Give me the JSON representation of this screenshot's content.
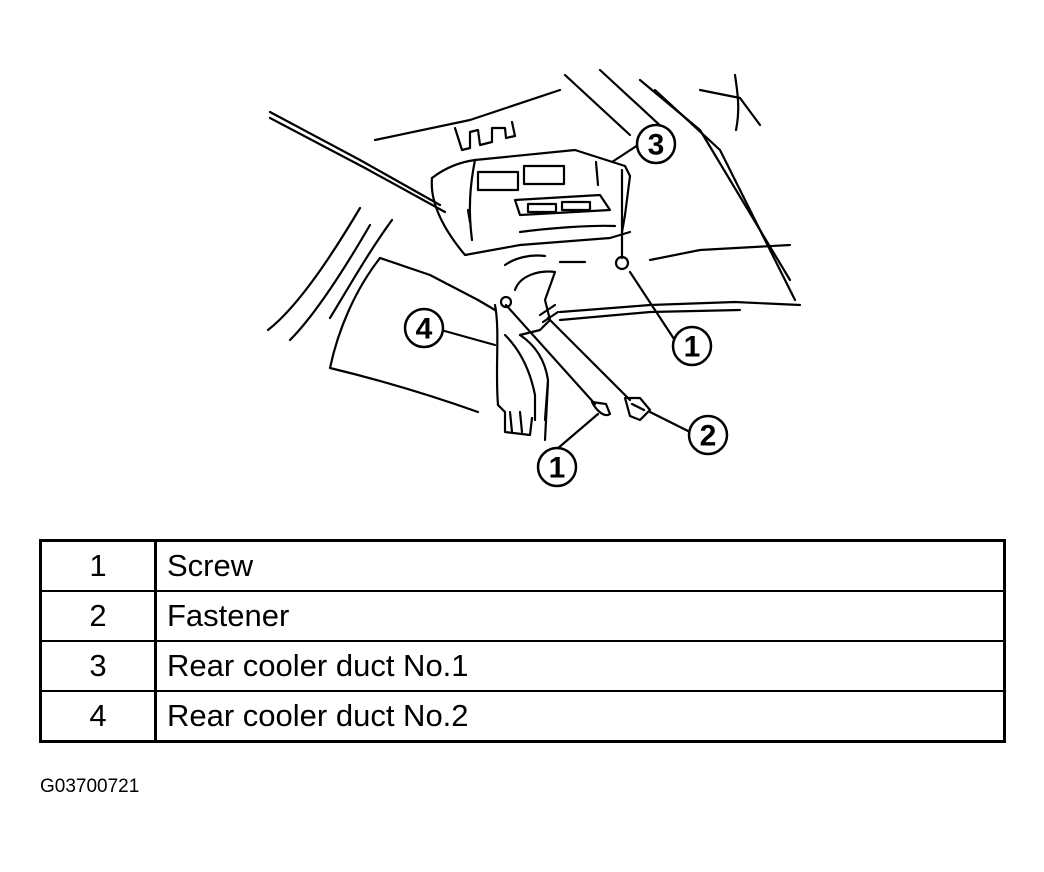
{
  "illustration": {
    "callouts": [
      {
        "id": "callout-3",
        "label": "3"
      },
      {
        "id": "callout-4",
        "label": "4"
      },
      {
        "id": "callout-1-right",
        "label": "1"
      },
      {
        "id": "callout-2",
        "label": "2"
      },
      {
        "id": "callout-1-bottom",
        "label": "1"
      }
    ]
  },
  "legend": {
    "rows": [
      {
        "number": "1",
        "description": "Screw"
      },
      {
        "number": "2",
        "description": "Fastener"
      },
      {
        "number": "3",
        "description": "Rear cooler duct No.1"
      },
      {
        "number": "4",
        "description": "Rear cooler duct No.2"
      }
    ]
  },
  "figure_code": "G03700721"
}
